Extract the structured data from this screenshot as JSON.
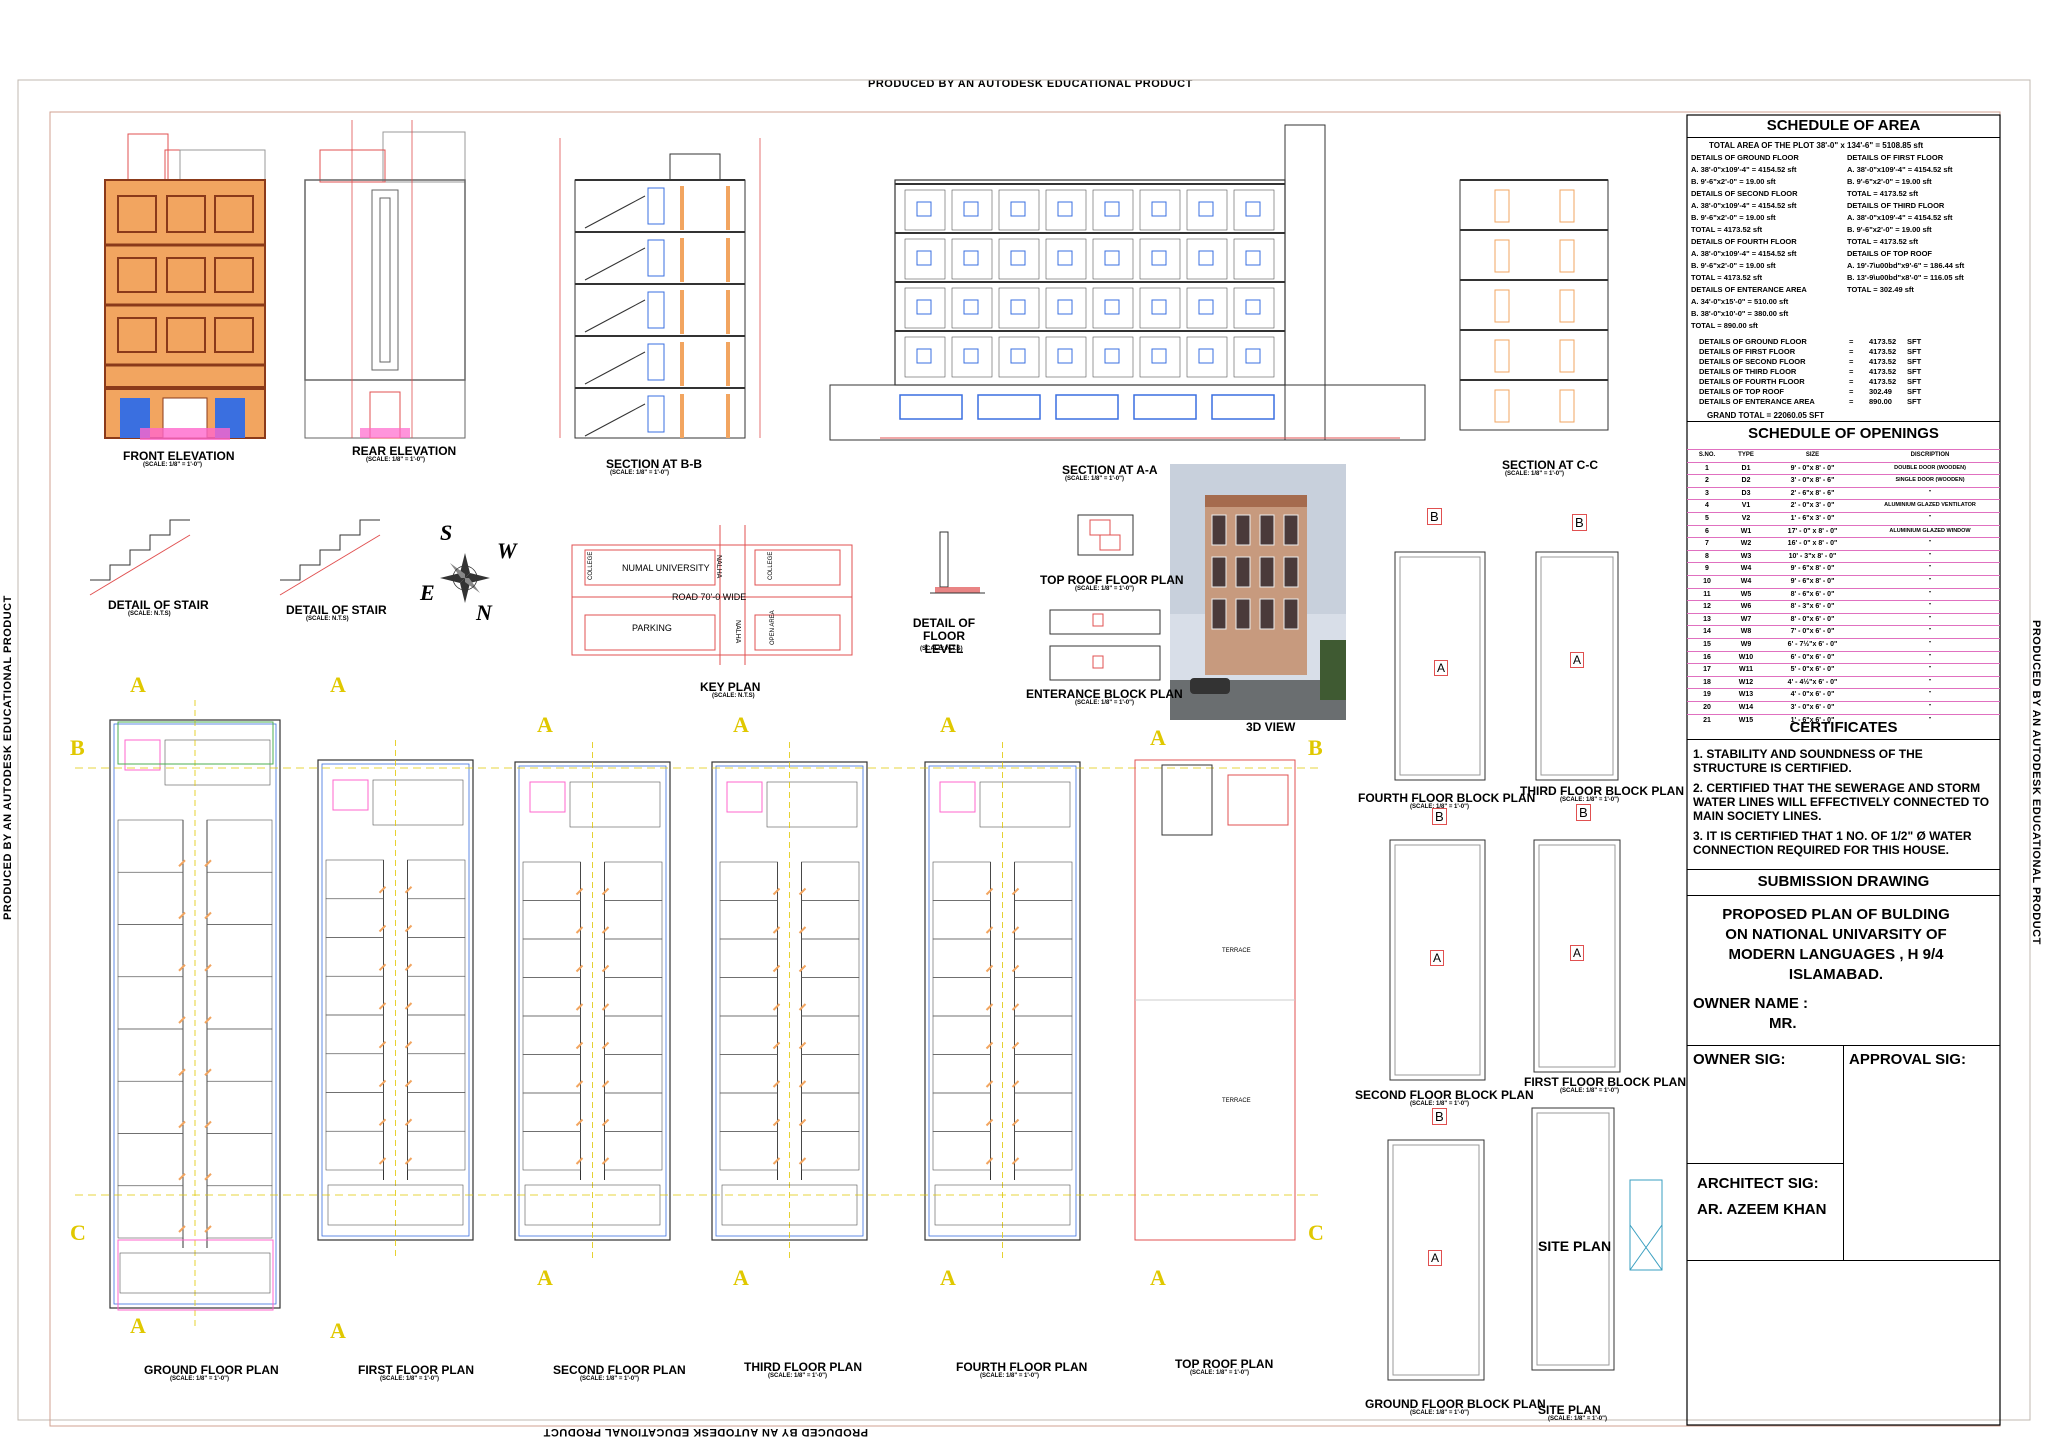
{
  "watermark": "PRODUCED BY AN AUTODESK EDUCATIONAL PRODUCT",
  "views": {
    "front_elevation": "FRONT ELEVATION",
    "rear_elevation": "REAR ELEVATION",
    "section_bb": "SECTION AT B-B",
    "section_aa": "SECTION AT A-A",
    "section_cc": "SECTION AT C-C",
    "scale_quarter": "(SCALE: 1/8\" = 1'-0\")",
    "scale_nts": "(SCALE: N.T.S)",
    "detail_stair": "DETAIL OF STAIR",
    "detail_floor_level": "DETAIL OF FLOOR LEVEL",
    "key_plan": "KEY PLAN",
    "top_roof_floor_plan": "TOP ROOF FLOOR PLAN",
    "entrance_block_plan": "ENTERANCE BLOCK PLAN",
    "view_3d": "3D VIEW",
    "ground_floor_plan": "GROUND FLOOR PLAN",
    "first_floor_plan": "FIRST FLOOR PLAN",
    "second_floor_plan": "SECOND FLOOR PLAN",
    "third_floor_plan": "THIRD FLOOR PLAN",
    "fourth_floor_plan": "FOURTH FLOOR PLAN",
    "top_roof_plan": "TOP ROOF PLAN",
    "fourth_floor_block_plan": "FOURTH FLOOR BLOCK PLAN",
    "third_floor_block_plan": "THIRD FLOOR BLOCK PLAN",
    "second_floor_block_plan": "SECOND FLOOR BLOCK PLAN",
    "first_floor_block_plan": "FIRST FLOOR BLOCK PLAN",
    "ground_floor_block_plan": "GROUND FLOOR BLOCK PLAN",
    "site_plan": "SITE PLAN",
    "site_plan_big": "SITE  PLAN",
    "terrace": "TERRACE",
    "block_a": "A",
    "block_b": "B"
  },
  "key_plan_labels": {
    "university": "NUMAL UNIVERSITY",
    "road": "ROAD 70'-0 WIDE",
    "parking": "PARKING",
    "nalha": "NALHA",
    "college": "COLLEGE",
    "open_area": "OPEN AREA"
  },
  "compass": {
    "s": "S",
    "w": "W",
    "e": "E",
    "n": "N"
  },
  "section_markers": {
    "a": "A",
    "b": "B",
    "c": "C"
  },
  "schedule_area": {
    "title": "SCHEDULE OF AREA",
    "total_plot": "TOTAL AREA OF THE PLOT  38'-0\" x 134'-6\"  = 5108.85  sft",
    "rows": [
      "DETAILS OF GROUND FLOOR",
      "A.   38'-0\"x109'-4\"    = 4154.52  sft",
      "B.   9'-6\"x2'-0\"         =   19.00  sft",
      "DETAILS OF SECOND FLOOR",
      "A.   38'-0\"x109'-4\"    = 4154.52  sft",
      "B.   9'-6\"x2'-0\"         =   19.00  sft",
      "TOTAL                    = 4173.52  sft",
      "DETAILS OF FOURTH FLOOR",
      "A.   38'-0\"x109'-4\"    = 4154.52  sft",
      "B.   9'-6\"x2'-0\"         =   19.00  sft",
      "TOTAL                    = 4173.52  sft",
      "DETAILS OF ENTERANCE  AREA",
      "A.   34'-0\"x15'-0\"      =  510.00  sft",
      "B.   38'-0\"x10'-0\"      =  380.00  sft",
      "TOTAL                    =  890.00  sft"
    ],
    "rows_right": [
      "DETAILS OF FIRST FLOOR",
      "A.   38'-0\"x109'-4\"  = 4154.52  sft",
      "B.   9'-6\"x2'-0\"       =   19.00  sft",
      "TOTAL                     = 4173.52  sft",
      "DETAILS OF THIRD FLOOR",
      "A.   38'-0\"x109'-4\"  = 4154.52  sft",
      "B.   9'-6\"x2'-0\"       =   19.00  sft",
      "TOTAL                     = 4173.52  sft",
      "DETAILS OF TOP ROOF",
      "A.   19'-7\\u00bd\"x9'-6\"  =  186.44  sft",
      "B.   13'-9\\u00bd\"x8'-0\"  =  116.05  sft",
      "TOTAL                     =  302.49  sft"
    ],
    "summary": [
      [
        "DETAILS OF GROUND FLOOR",
        "=",
        "4173.52",
        "SFT"
      ],
      [
        "DETAILS OF FIRST FLOOR",
        "=",
        "4173.52",
        "SFT"
      ],
      [
        "DETAILS OF SECOND FLOOR",
        "=",
        "4173.52",
        "SFT"
      ],
      [
        "DETAILS OF THIRD FLOOR",
        "=",
        "4173.52",
        "SFT"
      ],
      [
        "DETAILS OF FOURTH FLOOR",
        "=",
        "4173.52",
        "SFT"
      ],
      [
        "DETAILS OF TOP ROOF",
        "=",
        "302.49",
        "SFT"
      ],
      [
        "DETAILS OF ENTERANCE  AREA",
        "=",
        "890.00",
        "SFT"
      ]
    ],
    "grand_total": "GRAND TOTAL         =   22060.05  SFT"
  },
  "schedule_openings": {
    "title": "SCHEDULE OF OPENINGS",
    "headers": [
      "S.NO.",
      "TYPE",
      "SIZE",
      "DISCRIPTION"
    ],
    "rows": [
      [
        "1",
        "D1",
        "9' - 0\"x 8' - 0\"",
        "DOUBLE DOOR (WOODEN)"
      ],
      [
        "2",
        "D2",
        "3' - 0\"x 8' - 6\"",
        "SINGLE DOOR (WOODEN)"
      ],
      [
        "3",
        "D3",
        "2' - 6\"x 8' - 6\"",
        "\""
      ],
      [
        "4",
        "V1",
        "2' - 0\"x 3' - 0\"",
        "ALUMINIUM GLAZED VENTILATOR"
      ],
      [
        "5",
        "V2",
        "1' - 6\"x 3' - 0\"",
        "\""
      ],
      [
        "6",
        "W1",
        "17' - 0\" x 8' - 0\"",
        "ALUMINIUM GLAZED WINDOW"
      ],
      [
        "7",
        "W2",
        "16' - 0\" x 8' - 0\"",
        "\""
      ],
      [
        "8",
        "W3",
        "10' - 3\"x 8' - 0\"",
        "\""
      ],
      [
        "9",
        "W4",
        "9' - 6\"x 8' - 0\"",
        "\""
      ],
      [
        "10",
        "W4",
        "9' - 6\"x 8' - 0\"",
        "\""
      ],
      [
        "11",
        "W5",
        "8' - 6\"x 6' - 0\"",
        "\""
      ],
      [
        "12",
        "W6",
        "8' - 3\"x 6' - 0\"",
        "\""
      ],
      [
        "13",
        "W7",
        "8' - 0\"x 6' - 0\"",
        "\""
      ],
      [
        "14",
        "W8",
        "7' - 0\"x 6' - 0\"",
        "\""
      ],
      [
        "15",
        "W9",
        "6' - 7½\"x 6' - 0\"",
        "\""
      ],
      [
        "16",
        "W10",
        "6' - 0\"x 6' - 0\"",
        "\""
      ],
      [
        "17",
        "W11",
        "5' - 0\"x 6' - 0\"",
        "\""
      ],
      [
        "18",
        "W12",
        "4' - 4½\"x 6' - 0\"",
        "\""
      ],
      [
        "19",
        "W13",
        "4' - 0\"x 6' - 0\"",
        "\""
      ],
      [
        "20",
        "W14",
        "3' - 0\"x 6' - 0\"",
        "\""
      ],
      [
        "21",
        "W15",
        "1' - 6\"x 6' - 0\"",
        "\""
      ]
    ]
  },
  "certificates": {
    "title": "CERTIFICATES",
    "items": [
      "1. STABILITY AND SOUNDNESS OF THE STRUCTURE IS CERTIFIED.",
      "2. CERTIFIED THAT THE SEWERAGE AND STORM WATER LINES WILL EFFECTIVELY CONNECTED TO MAIN SOCIETY LINES.",
      "3. IT IS CERTIFIED THAT 1 NO. OF 1/2\" Ø WATER CONNECTION  REQUIRED FOR THIS HOUSE."
    ]
  },
  "title_block": {
    "submission": "SUBMISSION DRAWING",
    "project": "PROPOSED PLAN OF  BULDING ON NATIONAL UNIVARSITY OF MODERN LANGUAGES ,  H 9/4 ISLAMABAD.",
    "owner_name_label": "OWNER NAME :",
    "owner_name": "MR.",
    "owner_sig": "OWNER SIG:",
    "approval_sig": "APPROVAL SIG:",
    "architect_sig": "ARCHITECT SIG:",
    "architect_name": "AR. AZEEM KHAN"
  },
  "colors": {
    "facade_orange": "#f2a560",
    "facade_dark": "#8b3a1a",
    "window_blue": "#3a6fe0",
    "line_red": "#e05050",
    "line_pink": "#e070c0",
    "stair_pink": "#ff66cc",
    "marker_yellow": "#e0c800",
    "grid_line": "#c8c8c8"
  }
}
